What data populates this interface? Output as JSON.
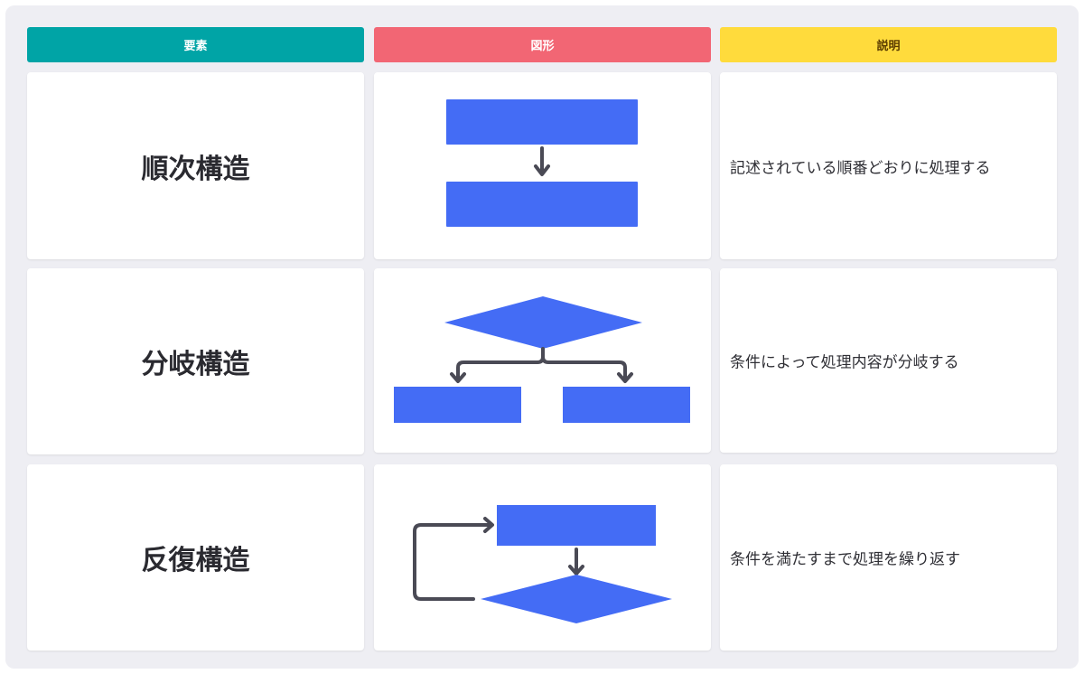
{
  "headers": {
    "element": "要素",
    "shape": "図形",
    "description": "説明"
  },
  "rows": [
    {
      "element": "順次構造",
      "description": "記述されている順番どおりに処理する"
    },
    {
      "element": "分岐構造",
      "description": "条件によって処理内容が分岐する"
    },
    {
      "element": "反復構造",
      "description": "条件を満たすまで処理を繰り返す"
    }
  ],
  "colors": {
    "element_header": "#00a4a6",
    "shape_header": "#f26674",
    "description_header": "#ffdb3c",
    "shape_fill": "#446cf5",
    "connector": "#4a4a55"
  }
}
